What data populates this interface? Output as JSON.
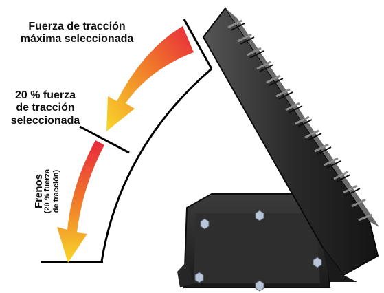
{
  "labels": {
    "max_traction": "Fuerza de tracción\nmáxima seleccionada",
    "twenty_traction": "20 % fuerza\nde tracción\nseleccionada",
    "brakes": "Frenos",
    "brakes_sub": "(20 % fuerza\nde tracción)"
  },
  "colors": {
    "arrow_start": "#e8283c",
    "arrow_mid": "#f07a2a",
    "arrow_end": "#f8d72a",
    "pedal_dark": "#1e1e1e",
    "pedal_mid": "#3a3a3a",
    "pedal_light": "#7a7a7a",
    "bolt": "#b8c4d8",
    "line": "#000000"
  },
  "icons": {
    "pedal": "accelerator-pedal-icon",
    "bolt": "hex-bolt-icon"
  }
}
